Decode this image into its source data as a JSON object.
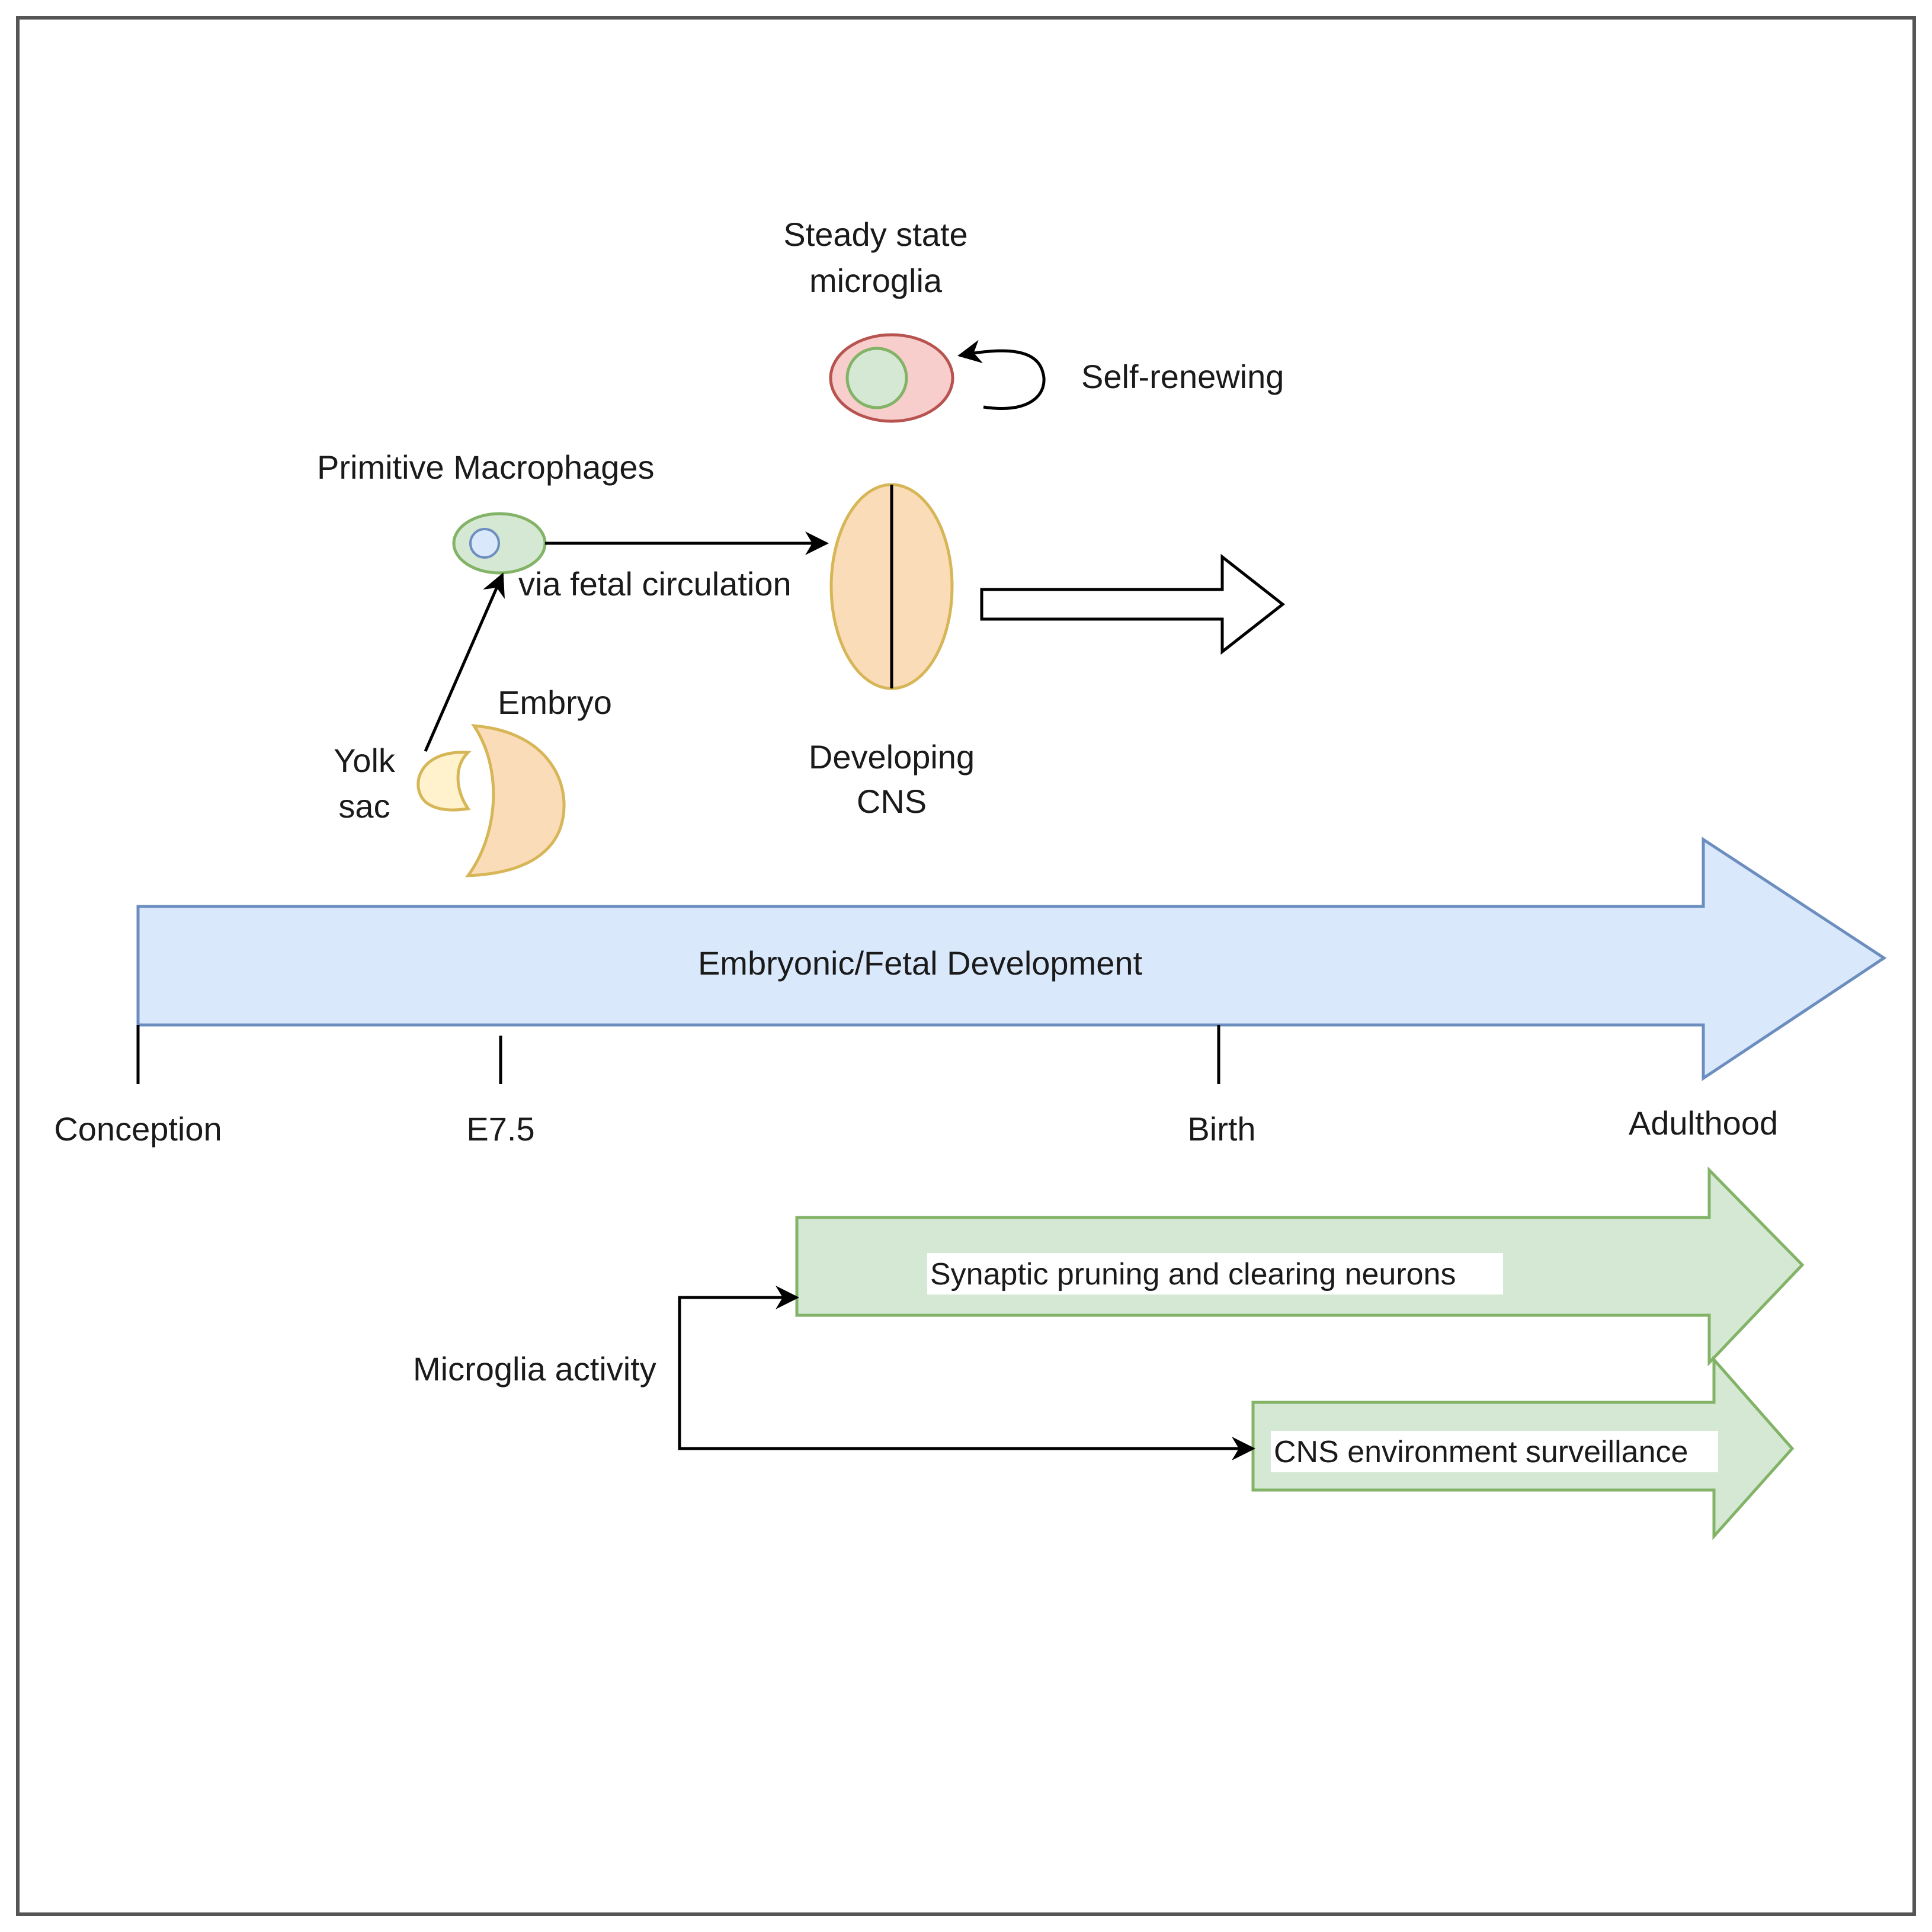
{
  "labels": {
    "steady_state_line1": "Steady state",
    "steady_state_line2": "microglia",
    "self_renewing": "Self-renewing",
    "primitive_macrophages": "Primitive Macrophages",
    "via_fetal_circulation": "via fetal circulation",
    "embryo": "Embryo",
    "yolk_sac_line1": "Yolk",
    "yolk_sac_line2": "sac",
    "developing_cns_line1": "Developing",
    "developing_cns_line2": "CNS",
    "timeline_title": "Embryonic/Fetal Development",
    "microglia_activity": "Microglia activity",
    "synaptic_pruning": "Synaptic pruning and clearing neurons",
    "cns_surveillance": "CNS environment surveillance"
  },
  "timeline_ticks": [
    "Conception",
    "E7.5",
    "Birth",
    "Adulthood"
  ],
  "colors": {
    "timeline_fill": "#dae8fc",
    "timeline_stroke": "#6c8ebf",
    "activity_fill": "#d5e8d4",
    "activity_stroke": "#82b366",
    "embryo_fill": "#fbdcb8",
    "embryo_stroke": "#d6b656",
    "yolk_fill": "#fff2cc",
    "microglia_fill": "#f8cecc",
    "microglia_stroke": "#b85450",
    "macrophage_fill": "#d5e8d4",
    "macrophage_nucleus": "#dae8fc"
  }
}
